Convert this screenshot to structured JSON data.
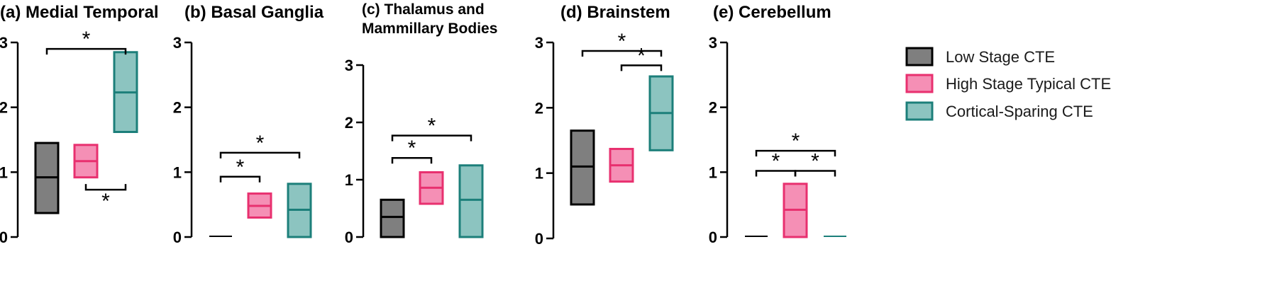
{
  "chart_data": {
    "type": "box",
    "legend": {
      "position": "right",
      "entries": [
        {
          "label": "Low Stage CTE",
          "fill": "#7f7f7f",
          "stroke": "#000000"
        },
        {
          "label": "High Stage Typical CTE",
          "fill": "#f58fb5",
          "stroke": "#e8306f"
        },
        {
          "label": "Cortical-Sparing CTE",
          "fill": "#8cc4c0",
          "stroke": "#1c7f7a"
        }
      ]
    },
    "panels": [
      {
        "title_lines": [
          "(a) Medial Temporal"
        ],
        "ylim": [
          0,
          3
        ],
        "yticks": [
          "0",
          "1",
          "2",
          "3"
        ],
        "boxes": [
          {
            "low": 0.37,
            "median": 0.92,
            "high": 1.45
          },
          {
            "low": 0.92,
            "median": 1.17,
            "high": 1.42
          },
          {
            "low": 1.62,
            "median": 2.23,
            "high": 2.85
          }
        ],
        "significance": [
          {
            "from": 0,
            "to": 2,
            "y": 2.9,
            "dir": "down",
            "label": "*"
          },
          {
            "from": 1,
            "to": 2,
            "y": 0.73,
            "dir": "up",
            "label": "*"
          }
        ]
      },
      {
        "title_lines": [
          "(b) Basal Ganglia"
        ],
        "ylim": [
          0,
          3
        ],
        "yticks": [
          "0",
          "1",
          "2",
          "3"
        ],
        "boxes": [
          {
            "low": 0,
            "median": 0,
            "high": 0
          },
          {
            "low": 0.3,
            "median": 0.48,
            "high": 0.67
          },
          {
            "low": 0,
            "median": 0.42,
            "high": 0.82
          }
        ],
        "significance": [
          {
            "from": 0,
            "to": 1,
            "y": 0.93,
            "dir": "down",
            "label": "*"
          },
          {
            "from": 0,
            "to": 2,
            "y": 1.3,
            "dir": "down",
            "label": "*"
          }
        ]
      },
      {
        "title_lines": [
          "(c) Thalamus and",
          "Mammillary Bodies"
        ],
        "ylim": [
          0,
          3
        ],
        "yticks": [
          "0",
          "1",
          "2",
          "3"
        ],
        "boxes": [
          {
            "low": 0,
            "median": 0.35,
            "high": 0.65
          },
          {
            "low": 0.58,
            "median": 0.86,
            "high": 1.13
          },
          {
            "low": 0,
            "median": 0.65,
            "high": 1.25
          }
        ],
        "significance": [
          {
            "from": 0,
            "to": 1,
            "y": 1.38,
            "dir": "down",
            "label": "*"
          },
          {
            "from": 0,
            "to": 2,
            "y": 1.77,
            "dir": "down",
            "label": "*"
          }
        ]
      },
      {
        "title_lines": [
          "(d) Brainstem"
        ],
        "ylim": [
          0,
          3
        ],
        "yticks": [
          "0",
          "1",
          "2",
          "3"
        ],
        "boxes": [
          {
            "low": 0.52,
            "median": 1.1,
            "high": 1.65
          },
          {
            "low": 0.87,
            "median": 1.12,
            "high": 1.37
          },
          {
            "low": 1.35,
            "median": 1.92,
            "high": 2.48
          }
        ],
        "significance": [
          {
            "from": 0,
            "to": 2,
            "y": 2.87,
            "dir": "down",
            "label": "*"
          },
          {
            "from": 1,
            "to": 2,
            "y": 2.65,
            "dir": "down",
            "label": "*"
          }
        ]
      },
      {
        "title_lines": [
          "(e) Cerebellum"
        ],
        "ylim": [
          0,
          3
        ],
        "yticks": [
          "0",
          "1",
          "2",
          "3"
        ],
        "boxes": [
          {
            "low": 0,
            "median": 0,
            "high": 0
          },
          {
            "low": 0,
            "median": 0.42,
            "high": 0.82
          },
          {
            "low": 0,
            "median": 0,
            "high": 0
          }
        ],
        "significance": [
          {
            "from": 0,
            "to": 2,
            "y": 1.33,
            "dir": "down",
            "label": "*"
          },
          {
            "from": 0,
            "to": 1,
            "y": 1.02,
            "dir": "down",
            "label": "*"
          },
          {
            "from": 1,
            "to": 2,
            "y": 1.02,
            "dir": "down",
            "label": "*"
          }
        ]
      }
    ]
  }
}
